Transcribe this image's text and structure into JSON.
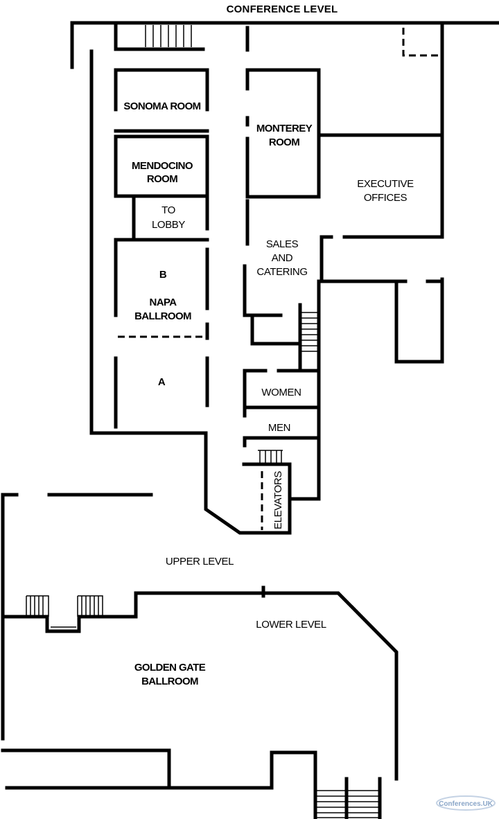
{
  "title": "CONFERENCE LEVEL",
  "rooms": {
    "sonoma": "SONOMA ROOM",
    "mendocino": [
      "MENDOCINO",
      "ROOM"
    ],
    "monterey": [
      "MONTEREY",
      "ROOM"
    ],
    "to_lobby": [
      "TO",
      "LOBBY"
    ],
    "executive_offices": [
      "EXECUTIVE",
      "OFFICES"
    ],
    "sales_catering": [
      "SALES",
      "AND",
      "CATERING"
    ],
    "napa_b": "B",
    "napa": [
      "NAPA",
      "BALLROOM"
    ],
    "napa_a": "A",
    "women": "WOMEN",
    "men": "MEN",
    "elevators": "ELEVATORS",
    "golden_gate": [
      "GOLDEN GATE",
      "BALLROOM"
    ]
  },
  "levels": {
    "upper": "UPPER LEVEL",
    "lower": "LOWER LEVEL"
  },
  "watermark": "Conferences.UK"
}
